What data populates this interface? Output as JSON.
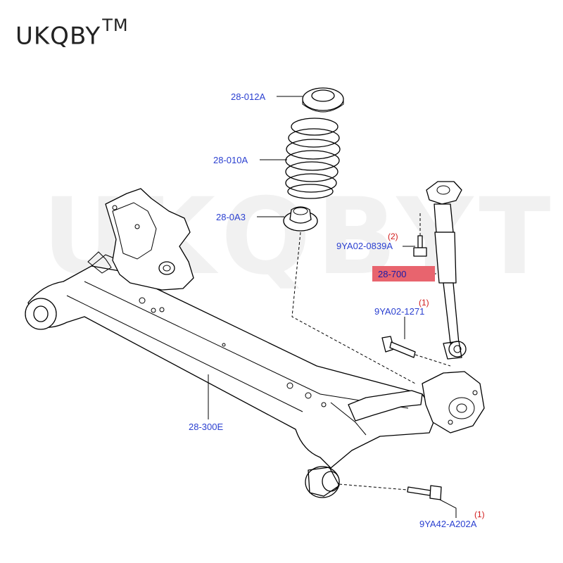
{
  "brand": {
    "name": "UKQBY",
    "mark": "TM"
  },
  "watermark": "UKQBYTM",
  "highlight_color": "#e8646e",
  "label_color": "#2a3fd0",
  "qty_color": "#d21a1a",
  "labels": {
    "upper_seat": "28-012A",
    "coil_spring": "28-010A",
    "bump_stop": "28-0A3",
    "upper_bolt": "9YA02-0839A",
    "upper_bolt_qty": "(2)",
    "shock_absorber": "28-700",
    "lower_bolt": "9YA02-1271",
    "lower_bolt_qty": "(1)",
    "axle_beam": "28-300E",
    "bushing_bolt": "9YA42-A202A",
    "bushing_bolt_qty": "(1)"
  }
}
